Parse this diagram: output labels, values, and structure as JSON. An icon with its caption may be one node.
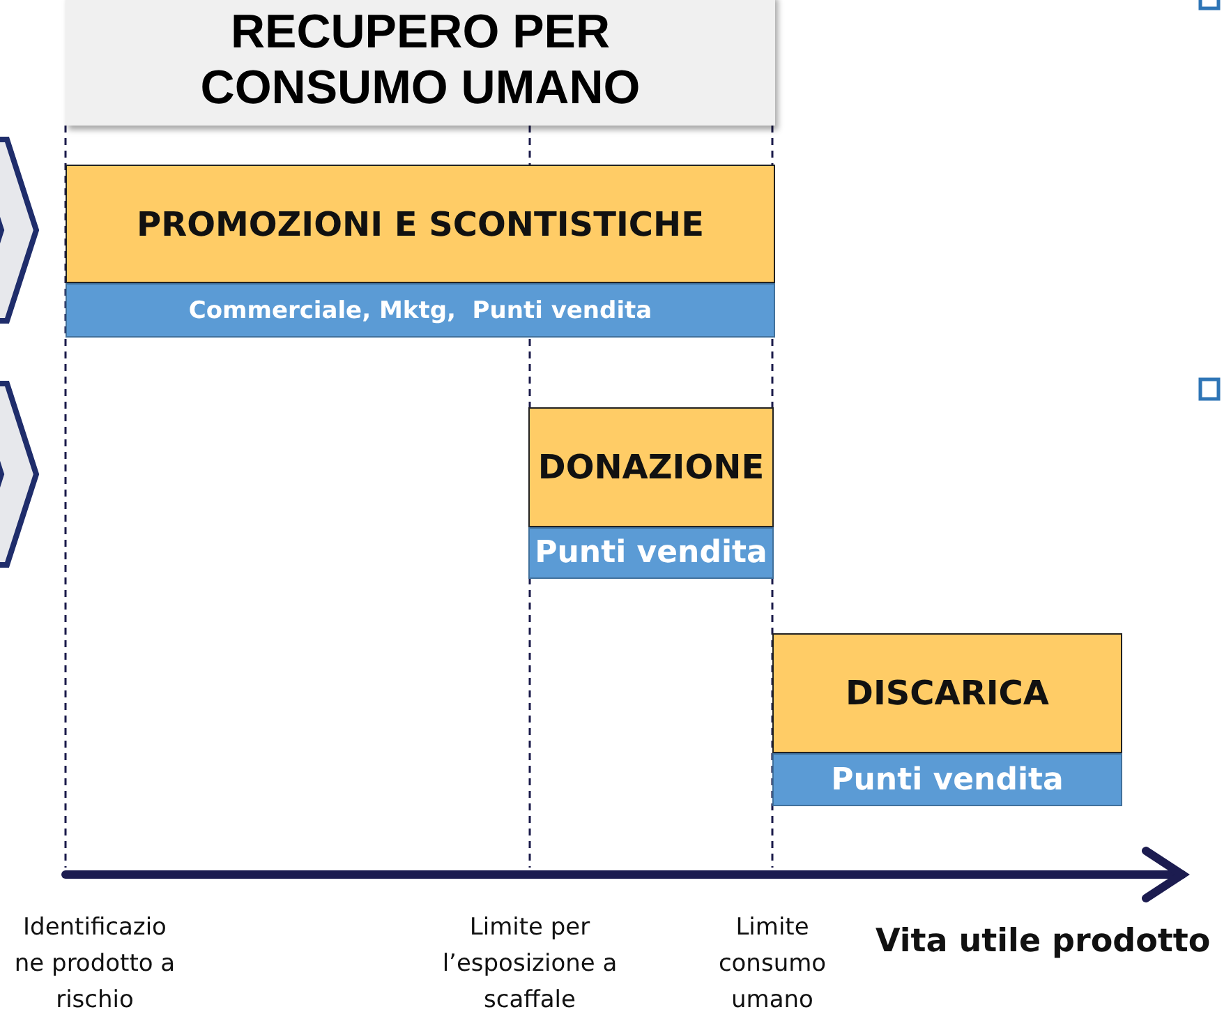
{
  "diagram": {
    "nodes": [
      {
        "text": [
          "RECUPERO PER CONSUMO UMANO"
        ]
      },
      {
        "text": [
          "PROMOZIONI E SCONTISTICHE",
          "Commerciale, Mktg,  Punti vendita"
        ]
      },
      {
        "text": [
          "DONAZIONE",
          "Punti vendita"
        ]
      },
      {
        "text": [
          "DISCARICA",
          "Punti vendita"
        ]
      },
      {
        "text": [],
        "shape": "chevron"
      },
      {
        "text": [],
        "shape": "chevron"
      }
    ],
    "labels": [
      "Identificazio ne prodotto a rischio",
      "Limite per l’esposizione a scaffale",
      "Limite consumo umano",
      "Vita utile prodotto"
    ]
  }
}
